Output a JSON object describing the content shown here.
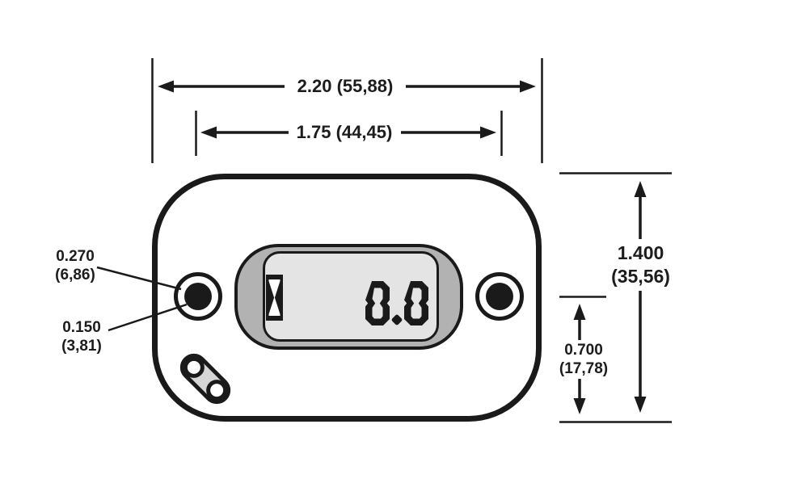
{
  "device": {
    "display": {
      "value": "0.0",
      "icon": "hourglass-icon"
    }
  },
  "dimensions": {
    "overall_width": "2.20 (55,88)",
    "hole_spacing": "1.75 (44,45)",
    "overall_height": {
      "line1": "1.400",
      "line2": "(35,56)"
    },
    "hole_center_height": {
      "line1": "0.700",
      "line2": "(17,78)"
    },
    "hole_outer_dia": {
      "line1": "0.270",
      "line2": "(6,86)"
    },
    "hole_inner_dia": {
      "line1": "0.150",
      "line2": "(3,81)"
    }
  },
  "colors": {
    "line": "#1a1a1a",
    "background": "#ffffff",
    "bezel_gray": "#b2b2b2",
    "lcd_gray": "#e4e4e4",
    "connector_gray": "#d6d6d6"
  }
}
